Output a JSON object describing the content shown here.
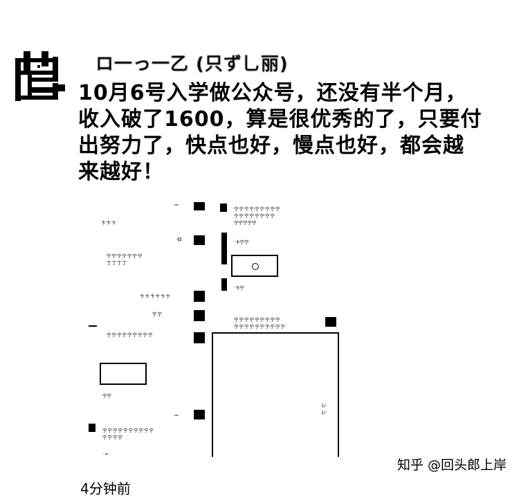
{
  "post": {
    "author_name": "ロ一っ一乙 (只ず乚丽)",
    "text_lines": [
      "10月6号入学做公众号，还没有半个月，",
      "收入破了1600，算是很优秀的了，只要付",
      "出努力了，快点也好，慢点也好，都会越",
      "来越好！"
    ]
  },
  "chat": {
    "m1_time": "·=·",
    "m2": "卞卞卞",
    "m3_time": "·仰",
    "m4": "宁宁宁宁宁宁宁",
    "m5": "丁丁丁丁",
    "m6_time": "·=·",
    "m7": "宁宁",
    "m8_time": "·=·",
    "m9": "卞卞卞卞卞卞",
    "right_c1": "宁宁宁宁宁宁宁宁宁",
    "right_c2": "宁宁宁宁宁",
    "right_c3": "宁宁宁宁宁宁宁宁",
    "right_t1": "·卞宁宁",
    "right_t2": "·卞宁",
    "right_b1": "宁宁宁宁宁宁宁宁宁宁",
    "right_b2": "宁宁宁宁",
    "right_nums": "1/·",
    "blank_row": "宁宁"
  },
  "bottom_text": "4分钟前",
  "watermark": "知乎 @回头郎上岸"
}
